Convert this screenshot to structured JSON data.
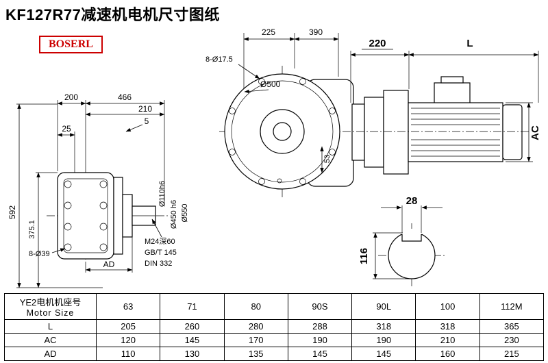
{
  "title": "KF127R77减速机电机尺寸图纸",
  "logo": "BOSERL",
  "drawing": {
    "labels": {
      "bolt_top": "8-Ø17.5",
      "dim_225": "225",
      "dim_390": "390",
      "dim_220": "220",
      "dim_L": "L",
      "dia_500": "Ø500",
      "dim_AC": "AC",
      "dim_200": "200",
      "dim_466": "466",
      "dim_210": "210",
      "dim_5": "5",
      "dim_25": "25",
      "dia_110": "Ø110h6",
      "dia_450": "Ø450 h6",
      "dia_550": "Ø550",
      "dim_592": "592",
      "dim_375": "375.1",
      "bolt_left": "8-Ø39",
      "dim_AD": "AD",
      "note_m24": "M24深60",
      "note_gbt": "GB/T 145",
      "note_din": "DIN 332",
      "dim_28": "28",
      "dim_116": "116",
      "dim_53": "53"
    }
  },
  "table": {
    "header_cn": "YE2电机机座号",
    "header_en": "Motor Size",
    "sizes": [
      "63",
      "71",
      "80",
      "90S",
      "90L",
      "100",
      "112M"
    ],
    "rows": [
      {
        "label": "L",
        "values": [
          "205",
          "260",
          "280",
          "288",
          "318",
          "318",
          "365"
        ]
      },
      {
        "label": "AC",
        "values": [
          "120",
          "145",
          "170",
          "190",
          "190",
          "210",
          "230"
        ]
      },
      {
        "label": "AD",
        "values": [
          "110",
          "130",
          "135",
          "145",
          "145",
          "160",
          "215"
        ]
      }
    ]
  }
}
